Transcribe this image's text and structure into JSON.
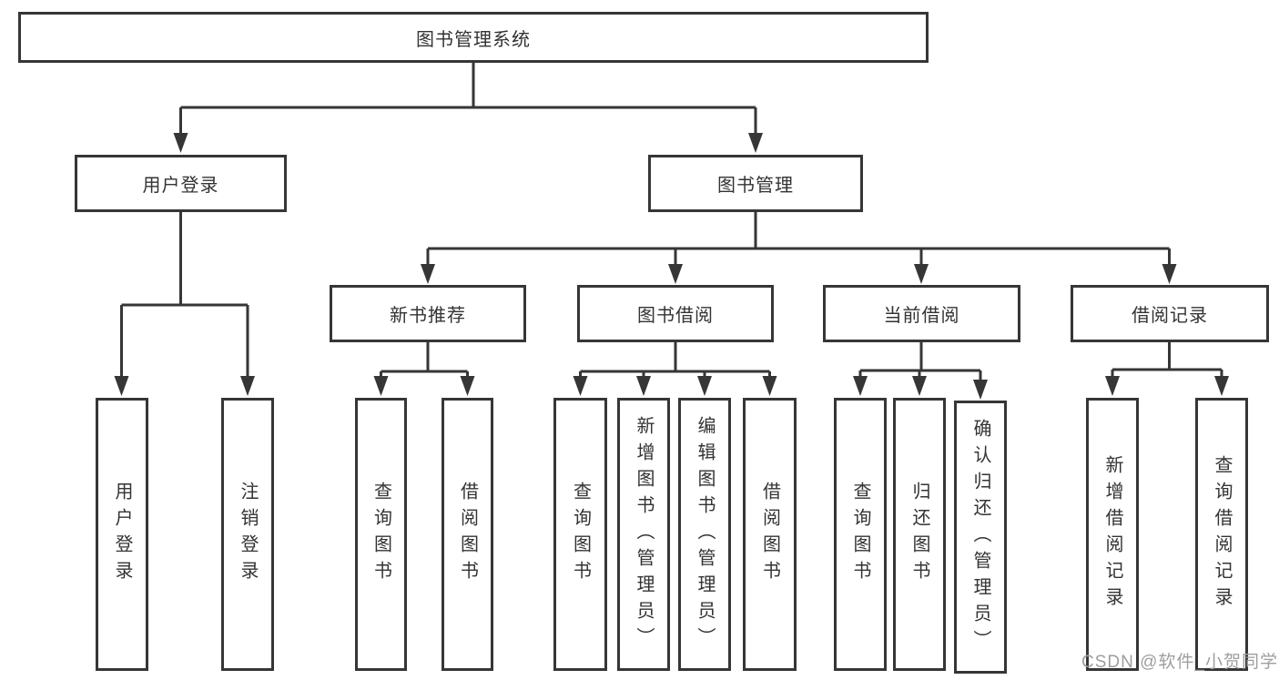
{
  "diagram": {
    "title": "图书管理系统",
    "branches": [
      {
        "label": "用户登录",
        "children": [
          "用户登录",
          "注销登录"
        ]
      },
      {
        "label": "图书管理",
        "groups": [
          {
            "label": "新书推荐",
            "children": [
              "查询图书",
              "借阅图书"
            ]
          },
          {
            "label": "图书借阅",
            "children": [
              "查询图书",
              "新增图书（管理员）",
              "编辑图书（管理员）",
              "借阅图书"
            ]
          },
          {
            "label": "当前借阅",
            "children": [
              "查询图书",
              "归还图书",
              "确认归还（管理员）"
            ]
          },
          {
            "label": "借阅记录",
            "children": [
              "新增借阅记录",
              "查询借阅记录"
            ]
          }
        ]
      }
    ]
  },
  "colors": {
    "line": "#363636",
    "text": "#333333",
    "watermark": "#9e9e9e"
  },
  "watermark": "CSDN @软件_小贺同学"
}
